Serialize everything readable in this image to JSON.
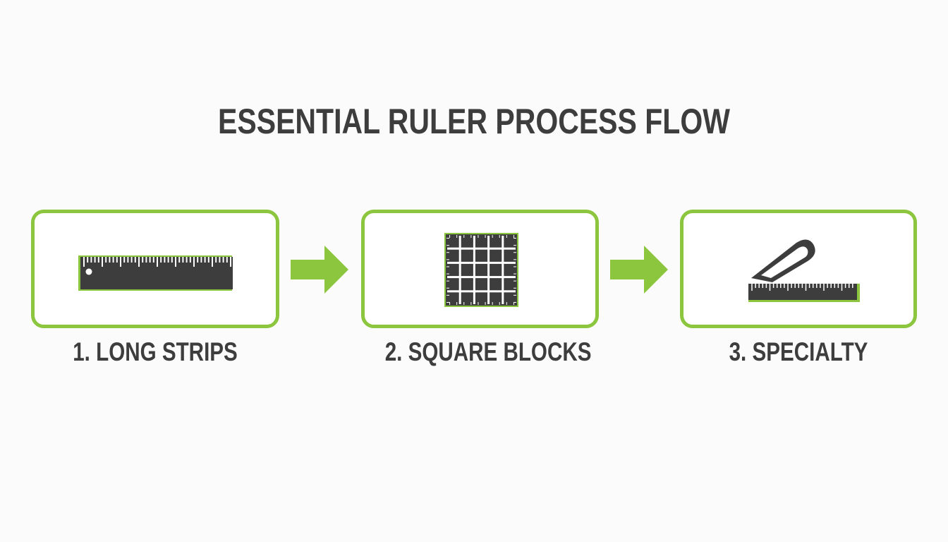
{
  "title": "ESSENTIAL RULER PROCESS FLOW",
  "colors": {
    "accent": "#8cc63f",
    "icon": "#3d3d3d",
    "text": "#3d3d3d",
    "background": "#fbfbfb"
  },
  "steps": [
    {
      "label": "1. LONG STRIPS",
      "icon": "long-ruler-icon"
    },
    {
      "label": "2. SQUARE BLOCKS",
      "icon": "square-grid-ruler-icon"
    },
    {
      "label": "3. SPECIALTY",
      "icon": "folding-ruler-icon"
    }
  ],
  "connectors": [
    "arrow-right-icon",
    "arrow-right-icon"
  ]
}
